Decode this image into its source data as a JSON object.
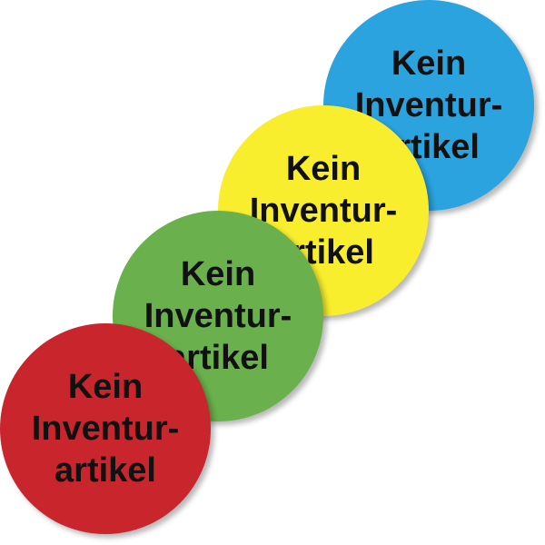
{
  "stickers": [
    {
      "color_name": "blue",
      "color": "#2aa3df",
      "lines": [
        "Kein",
        "Inventur-",
        "artikel"
      ]
    },
    {
      "color_name": "yellow",
      "color": "#f8ee2e",
      "lines": [
        "Kein",
        "Inventur-",
        "artikel"
      ]
    },
    {
      "color_name": "green",
      "color": "#6ab04c",
      "lines": [
        "Kein",
        "Inventur-",
        "artikel"
      ]
    },
    {
      "color_name": "red",
      "color": "#c8252d",
      "lines": [
        "Kein",
        "Inventur-",
        "artikel"
      ]
    }
  ]
}
